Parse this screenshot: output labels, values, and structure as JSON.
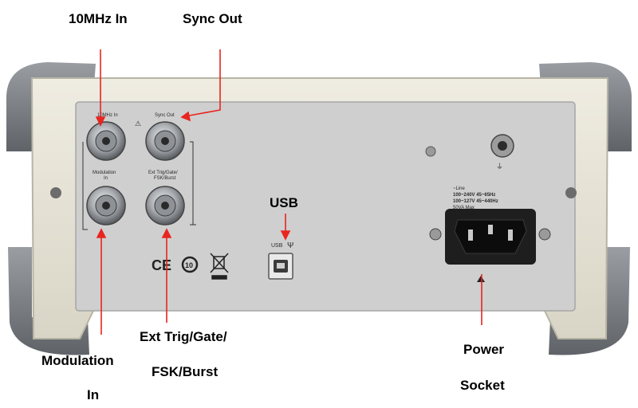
{
  "callouts": {
    "ref_in": "10MHz In",
    "sync_out": "Sync Out",
    "usb": "USB",
    "mod_line1": "Modulation",
    "mod_line2": "In",
    "ext_line1": "Ext Trig/Gate/",
    "ext_line2": "FSK/Burst",
    "power_line1": "Power",
    "power_line2": "Socket"
  },
  "panel_text": {
    "ref_in_small": "10MHz In",
    "sync_out_small": "Sync Out",
    "mod_small_1": "Modulation",
    "mod_small_2": "In",
    "ext_small_1": "Ext Trig/Gate/",
    "ext_small_2": "FSK/Burst",
    "usb_small": "USB",
    "line_1": "~Line",
    "line_2": "100~240V 45~65Hz",
    "line_3": "100~127V 45~440Hz",
    "line_4": "50VA Max",
    "ce_mark": "CE",
    "rohs_mark": "10"
  },
  "colors": {
    "arrow": "#e8251f",
    "frame": "#e6e3d6",
    "panel": "#cfcfcf",
    "bumper": "#7f8388"
  }
}
